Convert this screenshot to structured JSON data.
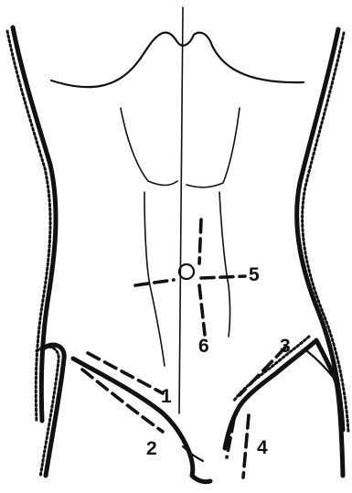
{
  "incision_labels": {
    "one": "1",
    "two": "2",
    "three": "3",
    "four": "4",
    "five": "5",
    "six": "6"
  }
}
